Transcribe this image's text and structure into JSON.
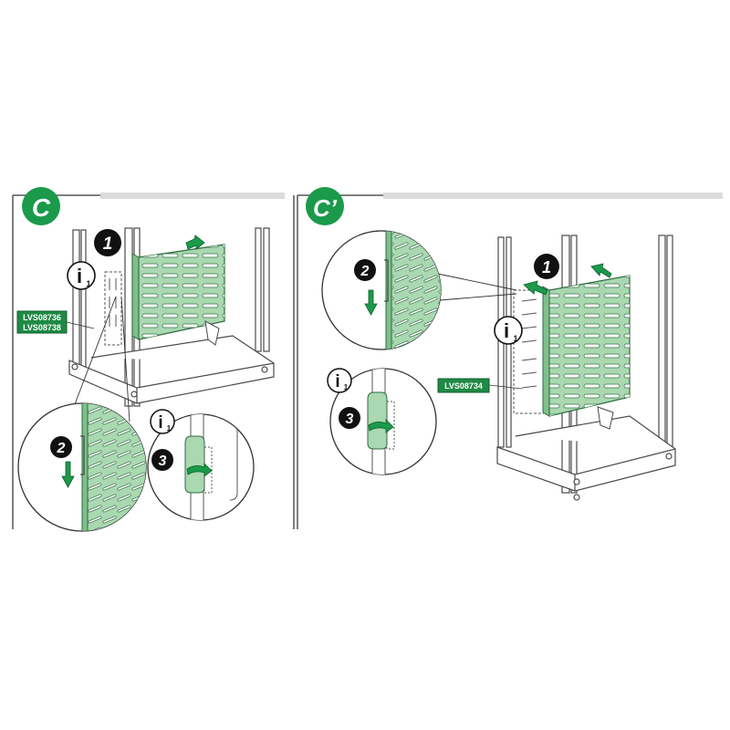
{
  "panels": [
    {
      "section_label": "C",
      "part_labels": [
        "LVS08736",
        "LVS08738"
      ],
      "steps": [
        "1",
        "2",
        "3"
      ],
      "info_marks": [
        {
          "letter": "i",
          "sub": "1"
        },
        {
          "letter": "i",
          "sub": "1"
        }
      ]
    },
    {
      "section_label": "C’",
      "part_labels": [
        "LVS08734"
      ],
      "steps": [
        "1",
        "2",
        "3"
      ],
      "info_marks": [
        {
          "letter": "i",
          "sub": "1"
        },
        {
          "letter": "i",
          "sub": "1"
        }
      ]
    }
  ],
  "colors": {
    "accent_green": "#1a9a4a",
    "panel_green": "#a9d8b1",
    "label_bg": "#1f8a45",
    "header_bar": "#dcdcdc",
    "line": "#4a4a4a"
  },
  "icons": [
    "step-badge-icon",
    "info-icon",
    "arrow-icon",
    "magnifier-circle-icon"
  ]
}
